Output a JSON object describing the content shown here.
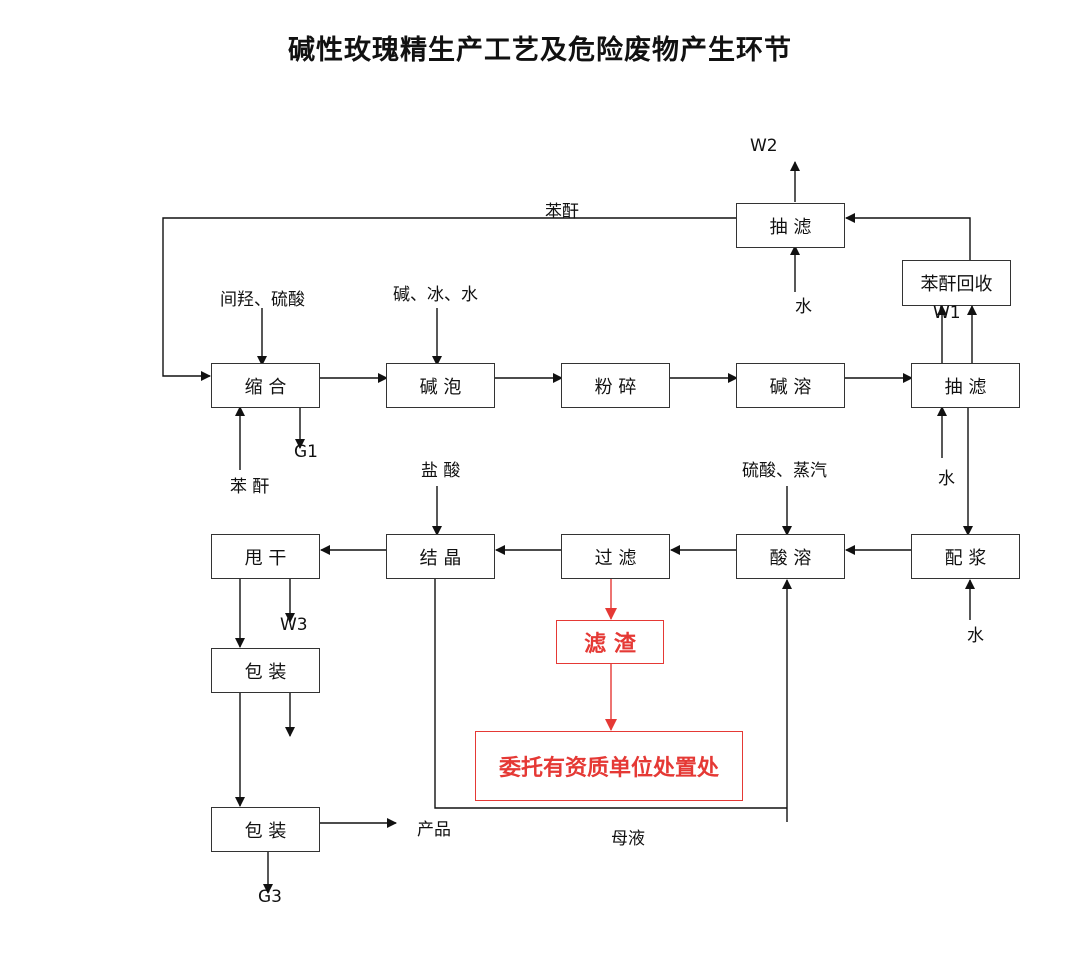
{
  "title": "碱性玫瑰精生产工艺及危险废物产生环节",
  "boxes": {
    "suohe": "缩 合",
    "jianpao": "碱 泡",
    "fensui": "粉 碎",
    "jianrong": "碱 溶",
    "choulv1": "抽 滤",
    "choulv_top": "抽 滤",
    "benganhuishou": "苯酐回收",
    "peijiang": "配 浆",
    "suanrong": "酸 溶",
    "guolv": "过 滤",
    "jiejing": "结 晶",
    "shuaigan": "甩   干",
    "baozhuang1": "包 装",
    "baozhuang2": "包 装",
    "lvzha": "滤    渣",
    "weituo": "委托有资质单位处置处"
  },
  "labels": {
    "w2": "W2",
    "bengan_top": "苯酐",
    "shui_top": "水",
    "jianqiang_liusuan": "间羟、硫酸",
    "jian_bing_shui": "碱、冰、水",
    "w1": "W1",
    "g1": "G1",
    "ben_gan": "苯 酐",
    "yansuan": "盐 酸",
    "liusuan_zhengqi": "硫酸、蒸汽",
    "shui_mid": "水",
    "shui_peijiang": "水",
    "w3": "W3",
    "g3": "G3",
    "chanpin": "产品",
    "muye": "母液"
  },
  "colors": {
    "line": "#111111",
    "hazard": "#e53935"
  }
}
